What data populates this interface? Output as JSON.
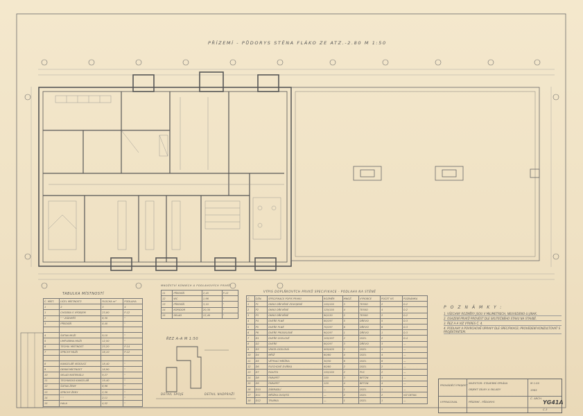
{
  "drawing": {
    "title": "PŘÍZEMÍ - PŮDORYS STĚNA FLÁKO ZE ATZ.-2.80 M 1:50",
    "section_label": "ŘEZ A-A M 1:50",
    "section_sublabel_left": "DETAIL SPOJE",
    "section_sublabel_right": "DETAIL NADPRAŽÍ"
  },
  "room_table": {
    "title": "TABULKA MÍSTNOSTÍ",
    "headers": [
      "Č. MÍST.",
      "ÚČEL MÍSTNOSTI",
      "PLOCHA m²",
      "PODLAHA"
    ],
    "rows": [
      [
        "1",
        "2",
        "3",
        "4"
      ],
      [
        "1",
        "CHODBA S VÝDEJEM",
        "23,80",
        "P-12"
      ],
      [
        "2",
        "\"  \" ZÁDVEŘÍ",
        "6,30",
        "\""
      ],
      [
        "3",
        "PŘEDSÍŇ",
        "8,40",
        "\""
      ],
      [
        "",
        "",
        "",
        ""
      ],
      [
        "4",
        "ŠATNA MUŽI",
        "9,10",
        "\""
      ],
      [
        "5",
        "UMÝVÁRNA MUŽI",
        "12,50",
        "\""
      ],
      [
        "6",
        "TECHN. MÍSTNOST",
        "23,20",
        "P-14"
      ],
      [
        "7",
        "SPRCHY MUŽI",
        "16,10",
        "P-12"
      ],
      [
        "",
        "",
        "",
        ""
      ],
      [
        "8",
        "KANCELÁŘ VEDOUCÍ",
        "18,40",
        "\""
      ],
      [
        "9",
        "DENNÍ MÍSTNOST",
        "18,90",
        "\""
      ],
      [
        "10",
        "SKLAD MATERIÁLU",
        "9,27",
        "\""
      ],
      [
        "11",
        "TECHNICKÁ KANCELÁŘ",
        "19,40",
        "\""
      ],
      [
        "12",
        "ŠATNA ŽENY",
        "6,96",
        "\""
      ],
      [
        "13",
        "SPRCHY ŽENY",
        "2,30",
        "\""
      ],
      [
        "14",
        "\"  \"",
        "2,11",
        "\""
      ],
      [
        "15",
        "HALA",
        "4,52",
        "\""
      ]
    ]
  },
  "small_table": {
    "title": "MNOŽSTVÍ KÓNNÍCH A PODLAHOVÝCH PRVKŮ",
    "rows": [
      [
        "11",
        "PŘEDSÍŇ",
        "2,45",
        "P-12"
      ],
      [
        "12",
        "WC",
        "1,96",
        "\""
      ],
      [
        "13",
        "PŘEDSÍŇ",
        "3,10",
        "\""
      ],
      [
        "14",
        "KORIDOR",
        "20,30",
        "\""
      ],
      [
        "15",
        "SKLAD",
        "12,40",
        "\""
      ]
    ]
  },
  "spec_table": {
    "title": "VÝPIS DOPLŇKOVÝCH PRVKŮ SPECIFIKACE - PODLAHA NA STĚNĚ",
    "headers": [
      "Č.",
      "OZN.",
      "SPECIFIKACE POPIS PRVKU",
      "ROZMĚR",
      "MNOŽ.",
      "VÝROBCE",
      "POČET KS",
      "POZNÁMKA"
    ],
    "rows": [
      [
        "1",
        "P1",
        "OKNO DŘEVĚNÉ ZDVOJENÉ",
        "150/150",
        "3",
        "TESKO",
        "2",
        "D.2"
      ],
      [
        "2",
        "P2",
        "OKNO DŘEVĚNÉ",
        "120/150",
        "4",
        "TESKO",
        "4",
        "D.2"
      ],
      [
        "3",
        "P3",
        "OKNO DŘEVĚNÉ",
        "90/120",
        "2",
        "TESKO",
        "2",
        "D.2"
      ],
      [
        "4",
        "P4",
        "DVEŘE PLNÉ",
        "80/197",
        "5",
        "DŘEVO",
        "5",
        "D.3"
      ],
      [
        "5",
        "P5",
        "DVEŘE PLNÉ",
        "70/197",
        "6",
        "DŘEVO",
        "6",
        "D.3"
      ],
      [
        "6",
        "P6",
        "DVEŘE PROSKLENÉ",
        "90/197",
        "1",
        "DŘEVO",
        "1",
        "D.3"
      ],
      [
        "7",
        "D1",
        "DVEŘE OCELOVÉ",
        "100/197",
        "2",
        "OCEL",
        "2",
        "D.4"
      ],
      [
        "8",
        "D2",
        "DVEŘE",
        "80/197",
        "3",
        "DŘEVO",
        "3",
        "—"
      ],
      [
        "9",
        "D3",
        "VRATA OCELOVÁ",
        "400/420",
        "1",
        "OCEL",
        "1",
        "—"
      ],
      [
        "10",
        "D4",
        "MŘÍŽ",
        "60/60",
        "4",
        "OCEL",
        "4",
        "—"
      ],
      [
        "11",
        "D5",
        "VĚTRACÍ MŘÍŽKA",
        "30/30",
        "6",
        "OCEL",
        "6",
        "—"
      ],
      [
        "12",
        "D6",
        "PLECHOVÉ DVÍŘKA",
        "60/60",
        "2",
        "OCEL",
        "2",
        "—"
      ],
      [
        "13",
        "D7",
        "ROLETA",
        "150/150",
        "2",
        "PVC",
        "2",
        "—"
      ],
      [
        "14",
        "D8",
        "PARAPET",
        "150",
        "3",
        "BETON",
        "3",
        "—"
      ],
      [
        "15",
        "D9",
        "PARAPET",
        "120",
        "4",
        "BETON",
        "4",
        "—"
      ],
      [
        "16",
        "D10",
        "ZÁBRADLÍ",
        "—",
        "1",
        "OCEL",
        "1",
        "—"
      ],
      [
        "17",
        "D11",
        "MŘÍŽKA DVOJITÁ",
        "—",
        "2",
        "OCEL",
        "2",
        "VIZ DETAIL"
      ],
      [
        "18",
        "D12",
        "TRUBKA",
        "—",
        "1",
        "OCEL",
        "1",
        "—"
      ]
    ]
  },
  "notes": {
    "heading": "POZNÁMKY:",
    "items": [
      "1. VŠECHNY ROZMĚRY JSOU V MILIMETRECH, NEUVEDENO-LI JINAK.",
      "2. OSAZENÍ PRVKŮ PROVÉST DLE SKUTEČNÉHO STAVU NA STAVBĚ.",
      "3. ŘEZ A-A VIZ VÝKRES Č. 4.",
      "4. PODLAHY A POVRCHOVÉ ÚPRAVY DLE SPECIFIKACE; PROVEDENÍ KONZULTOVAT S PROJEKTANTEM."
    ]
  },
  "title_block": {
    "stage": "PROVÁDĚCÍ PROJEKT",
    "designer": "VYPRACOVAL",
    "investor": "INVESTOR: STAVEBNÍ SPRÁVA",
    "project": "PŘÍZEMÍ - PŮDORYS",
    "object": "OBJEKT DÍLNY A SKLADY",
    "scale": "M 1:50",
    "date": "1965",
    "archive_no": "Č. ARCH.",
    "drawing_no": "YG41A",
    "sheet": "C-3"
  }
}
